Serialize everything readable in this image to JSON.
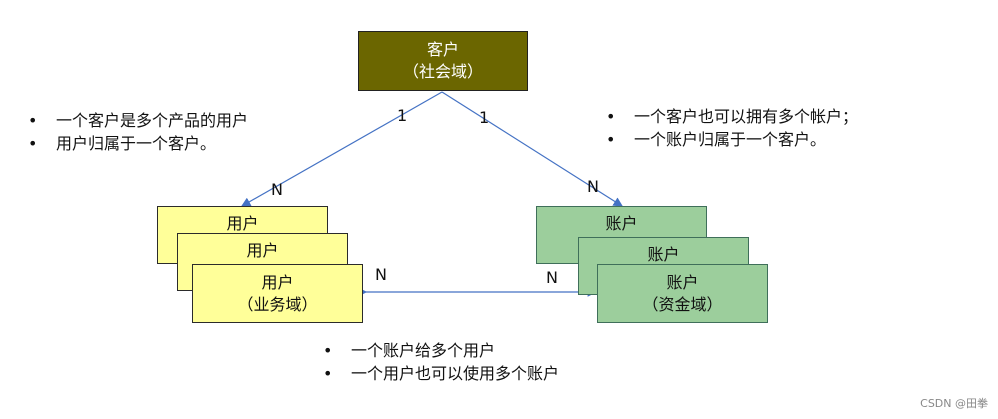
{
  "customer": {
    "title": "客户",
    "domain": "（社会域）"
  },
  "users": {
    "back1": "用户",
    "back2": "用户",
    "front_title": "用户",
    "front_domain": "（业务域）"
  },
  "accounts": {
    "back1": "账户",
    "back2": "账户",
    "front_title": "账户",
    "front_domain": "（资金域）"
  },
  "relations": {
    "customer_user_left": "1",
    "customer_user_right": "N",
    "customer_account_left": "1",
    "customer_account_right": "N",
    "user_account_left": "N",
    "user_account_right": "N"
  },
  "notes_left": [
    "一个客户是多个产品的用户",
    "用户归属于一个客户。"
  ],
  "notes_right": [
    "一个客户也可以拥有多个帐户；",
    "一个账户归属于一个客户。"
  ],
  "notes_bottom": [
    "一个账户给多个用户",
    "一个用户也可以使用多个账户"
  ],
  "watermark": "CSDN @田拳",
  "colors": {
    "customer": "#6b6600",
    "user": "#ffff99",
    "account": "#9cce9c",
    "connector": "#4472c4"
  }
}
